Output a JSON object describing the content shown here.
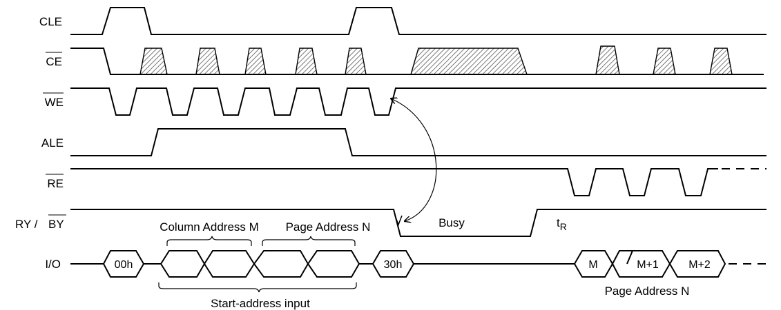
{
  "signals": {
    "cle": "CLE",
    "ce": "CE",
    "we": "WE",
    "ale": "ALE",
    "re": "RE",
    "ry": "RY /",
    "by": "BY",
    "io": "I/O"
  },
  "bus_values": {
    "cmd1": "00h",
    "cmd2": "30h",
    "d1": "M",
    "d2": "M+1",
    "d3": "M+2"
  },
  "annotations": {
    "column_address": "Column Address M",
    "page_address_top": "Page Address N",
    "busy": "Busy",
    "tr_main": "t",
    "tr_sub": "R",
    "page_address_bottom": "Page Address N",
    "start_address": "Start-address input"
  }
}
